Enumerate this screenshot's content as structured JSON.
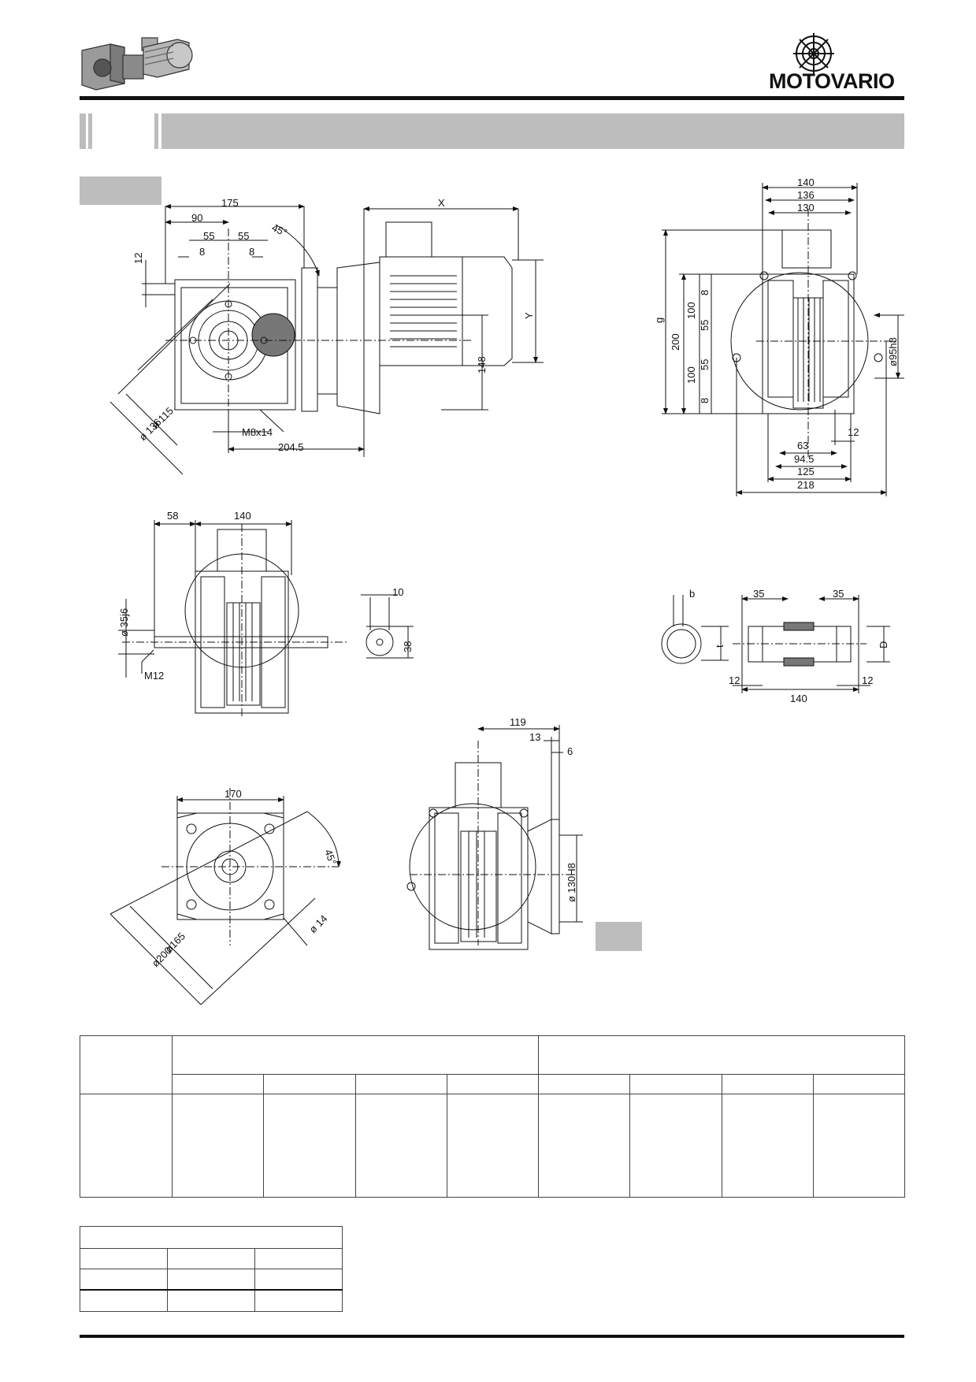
{
  "brand": {
    "name": "MOTOVARIO"
  },
  "colors": {
    "band": "#bdbdbd",
    "ink": "#111111"
  },
  "icons": [
    "gear-motor-thumbnail-icon",
    "motovario-gear-logo-icon"
  ],
  "dims": {
    "top_left": {
      "d175": "175",
      "d90": "90",
      "d55a": "55",
      "d55b": "55",
      "d8a": "8",
      "d8b": "8",
      "d12": "12",
      "angle": "45°",
      "X": "X",
      "Y": "Y",
      "d148": "148",
      "d115": "ø 115",
      "d136": "ø 136",
      "thread": "M8x14",
      "d204": "204.5"
    },
    "top_right": {
      "d140": "140",
      "d136": "136",
      "d130": "130",
      "g": "g",
      "d200": "200",
      "d100a": "100",
      "d100b": "100",
      "d55a": "55",
      "d55b": "55",
      "d8a": "8",
      "d8b": "8",
      "d95": "ø95h8",
      "d12": "12",
      "d63": "63",
      "d94": "94.5",
      "d125": "125",
      "d218": "218"
    },
    "mid_left": {
      "d58": "58",
      "d140": "140",
      "d35": "ø 35j6",
      "m12": "M12"
    },
    "key": {
      "d10": "10",
      "d38": "38"
    },
    "hollow": {
      "b": "b",
      "t": "t",
      "d35a": "35",
      "d35b": "35",
      "D": "D",
      "d12a": "12",
      "d12b": "12",
      "d140": "140"
    },
    "flange": {
      "d170": "170",
      "angle": "45°",
      "d14": "ø 14",
      "d165": "ø165",
      "d200": "ø200"
    },
    "side": {
      "d119": "119",
      "d13": "13",
      "d6": "6",
      "d130": "ø 130H8"
    }
  }
}
